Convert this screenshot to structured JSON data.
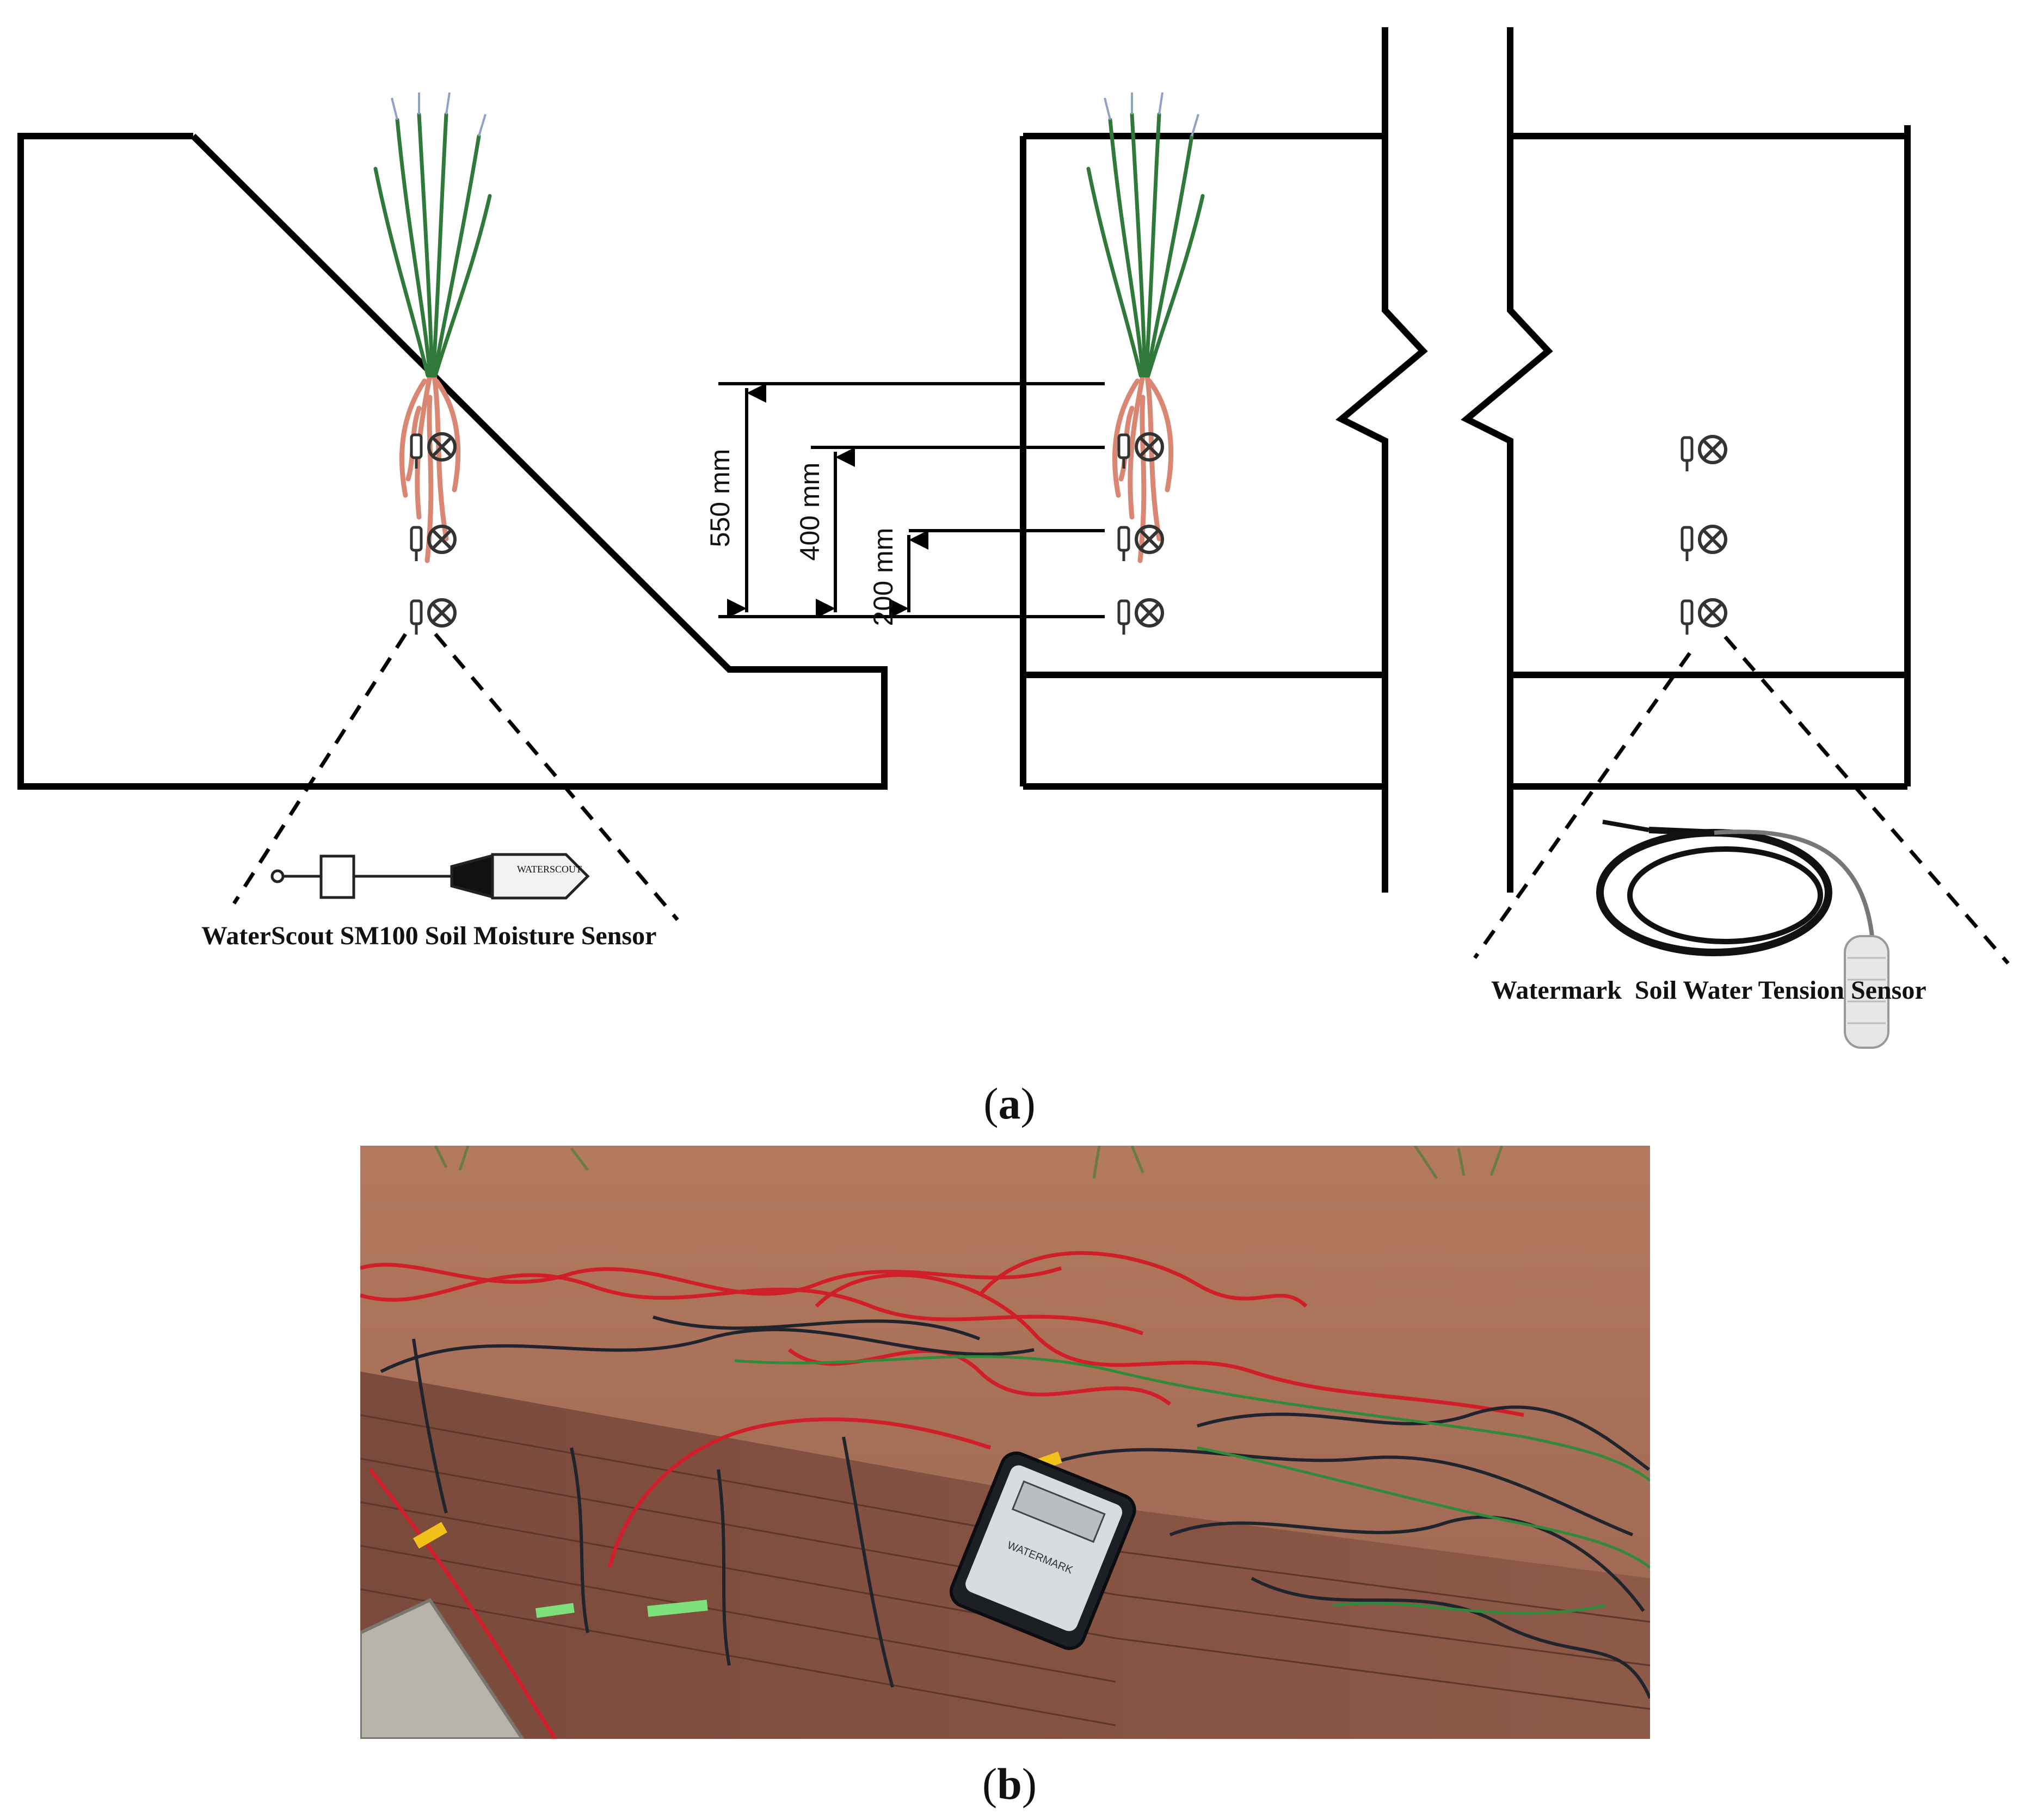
{
  "panel_a": {
    "caption_open": "(",
    "caption_letter": "a",
    "caption_close": ")",
    "dimensions": {
      "depth_550": "550 mm",
      "depth_400": "400 mm",
      "depth_200": "200 mm"
    },
    "sensor_labels": {
      "moisture": "WaterScout SM100 Soil Moisture Sensor",
      "tension": "Watermark  Soil Water Tension Sensor"
    },
    "device_logo": "WATERSCOUT"
  },
  "panel_b": {
    "caption_open": "(",
    "caption_letter": "b",
    "caption_close": ")",
    "reader_brand": "WATERMARK",
    "colors": {
      "soil": "#a6705a",
      "red_cable": "#d01f2a",
      "black_cable": "#20242c",
      "green_cable": "#2f8a3a"
    }
  },
  "colors": {
    "line": "#000000",
    "root": "#d98672",
    "leaf": "#2f7a3a"
  }
}
